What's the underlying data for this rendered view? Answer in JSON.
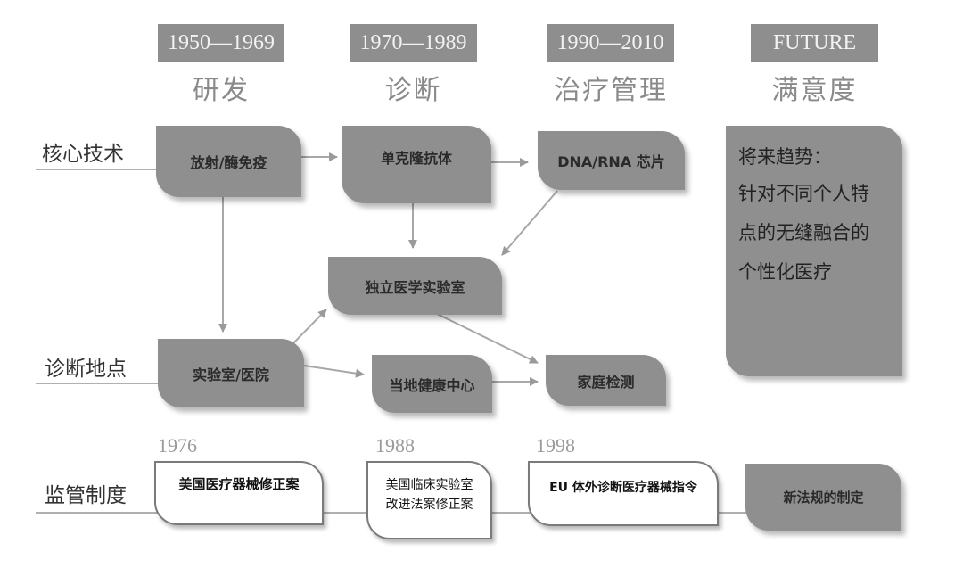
{
  "eras": [
    {
      "period": "1950—1969",
      "theme": "研发"
    },
    {
      "period": "1970—1989",
      "theme": "诊断"
    },
    {
      "period": "1990—2010",
      "theme": "治疗管理"
    },
    {
      "period": "FUTURE",
      "theme": "满意度"
    }
  ],
  "rows": {
    "core_tech": {
      "label": "核心技术",
      "nodes": [
        "放射/酶免疫",
        "单克隆抗体",
        "DNA/RNA 芯片"
      ]
    },
    "independent_lab": "独立医学实验室",
    "diagnosis_site": {
      "label": "诊断地点",
      "nodes": [
        "实验室/医院",
        "当地健康中心",
        "家庭检测"
      ]
    },
    "regulation": {
      "label": "监管制度",
      "items": [
        {
          "year": "1976",
          "text": "美国医疗器械修正案"
        },
        {
          "year": "1988",
          "line1": "美国临床实验室",
          "line2": "改进法案修正案"
        },
        {
          "year": "1998",
          "text": "EU 体外诊断医疗器械指令"
        },
        {
          "text": "新法规的制定"
        }
      ]
    }
  },
  "future_box": {
    "line1": "将来趋势：",
    "line2": "针对不同个人特",
    "line3": "点的无缝融合的",
    "line4": "个性化医疗"
  },
  "colors": {
    "node_fill": "#8f8f8f",
    "badge_fill": "#8e8e8e",
    "connector": "#a0a0a0"
  }
}
